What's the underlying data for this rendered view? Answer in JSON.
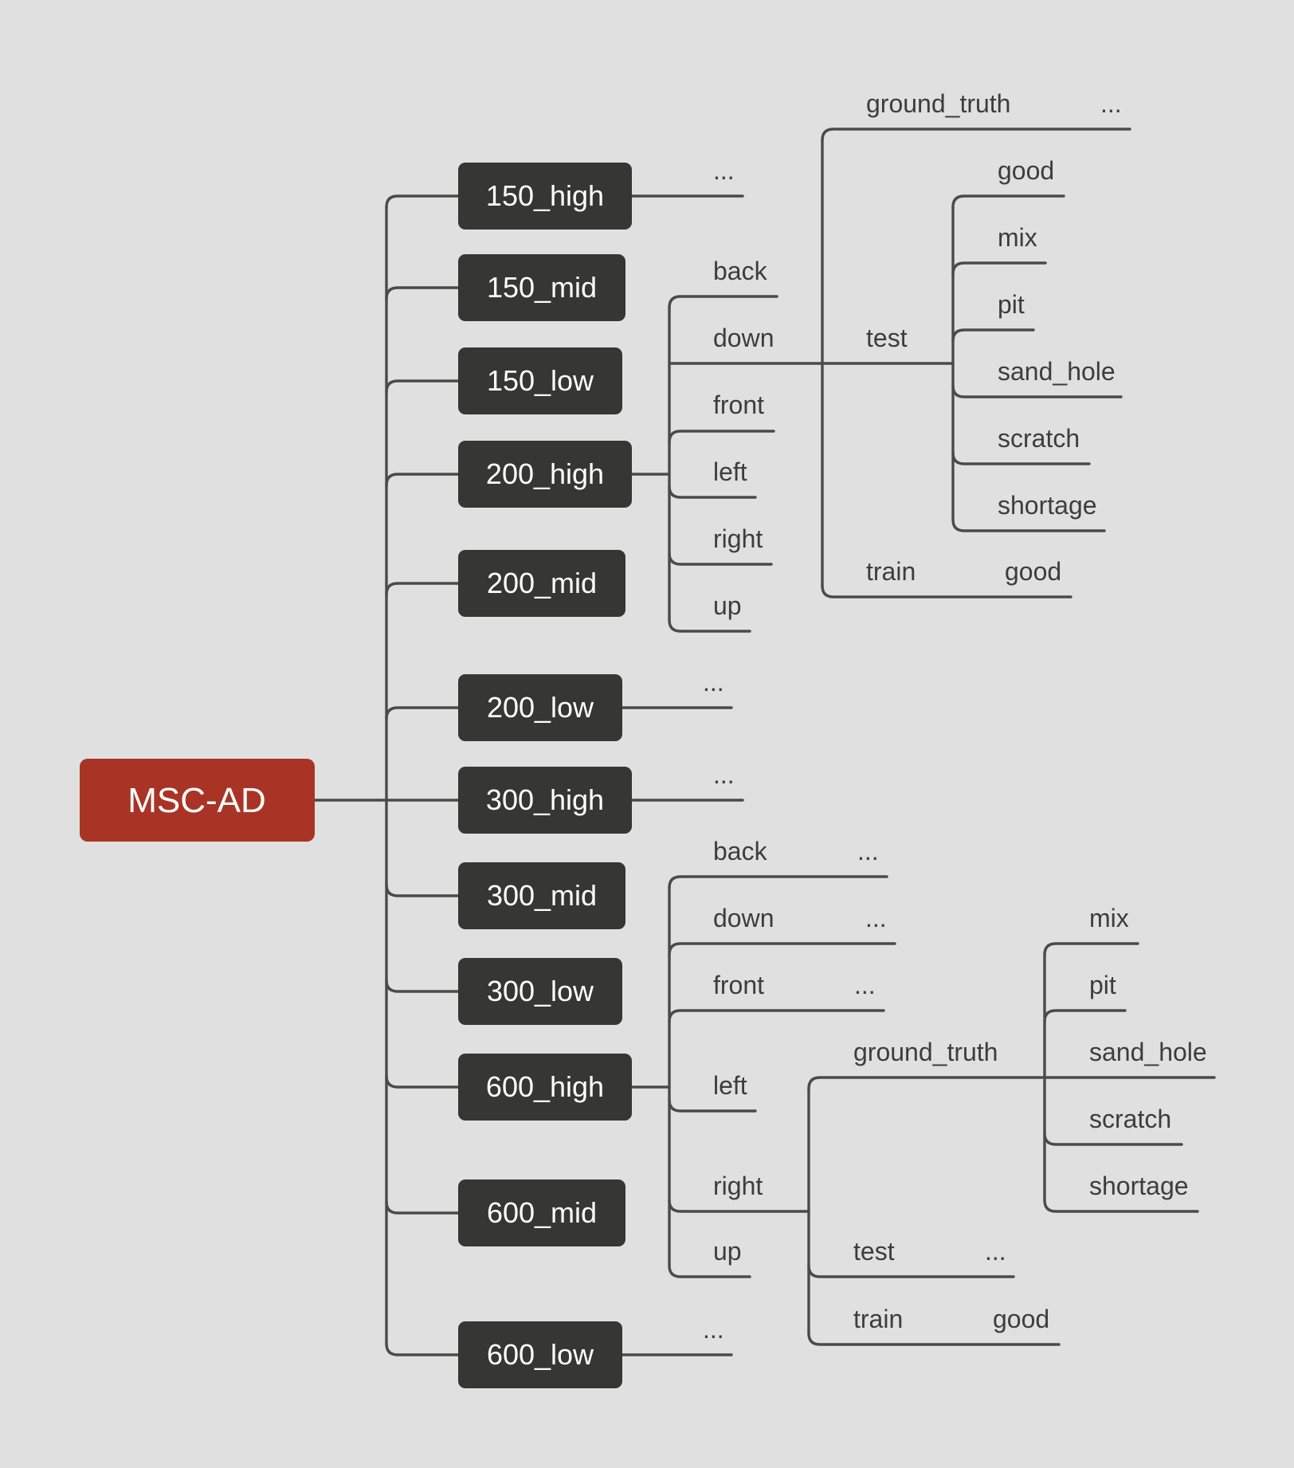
{
  "root": {
    "label": "MSC-AD"
  },
  "level1": [
    {
      "label": "150_high"
    },
    {
      "label": "150_mid"
    },
    {
      "label": "150_low"
    },
    {
      "label": "200_high"
    },
    {
      "label": "200_mid"
    },
    {
      "label": "200_low"
    },
    {
      "label": "300_high"
    },
    {
      "label": "300_mid"
    },
    {
      "label": "300_low"
    },
    {
      "label": "600_high"
    },
    {
      "label": "600_mid"
    },
    {
      "label": "600_low"
    }
  ],
  "branch_150_high": {
    "more": "..."
  },
  "branch_200_low": {
    "more": "..."
  },
  "branch_300_high": {
    "more": "..."
  },
  "branch_600_low": {
    "more": "..."
  },
  "branch_200_high": {
    "views": [
      "back",
      "down",
      "front",
      "left",
      "right",
      "up"
    ],
    "down": {
      "ground_truth": {
        "label": "ground_truth",
        "more": "..."
      },
      "test": {
        "label": "test",
        "items": [
          "good",
          "mix",
          "pit",
          "sand_hole",
          "scratch",
          "shortage"
        ]
      },
      "train": {
        "label": "train",
        "child": "good"
      }
    }
  },
  "branch_600_high": {
    "views": [
      "back",
      "down",
      "front",
      "left",
      "right",
      "up"
    ],
    "view_more": {
      "back": "...",
      "down": "...",
      "front": "..."
    },
    "right": {
      "ground_truth": {
        "label": "ground_truth",
        "items": [
          "mix",
          "pit",
          "sand_hole",
          "scratch",
          "shortage"
        ]
      },
      "test": {
        "label": "test",
        "more": "..."
      },
      "train": {
        "label": "train",
        "child": "good"
      }
    }
  }
}
